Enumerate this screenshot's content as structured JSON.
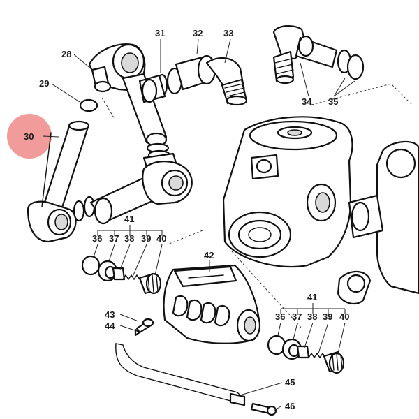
{
  "diagram": {
    "highlight_color": "#f08a8a",
    "highlighted_callout": "30",
    "callouts": {
      "c28": "28",
      "c29": "29",
      "c30": "30",
      "c31": "31",
      "c32": "32",
      "c33": "33",
      "c34": "34",
      "c35": "35",
      "c36a": "36",
      "c37a": "37",
      "c38a": "38",
      "c39a": "39",
      "c40a": "40",
      "c41a": "41",
      "c42": "42",
      "c43": "43",
      "c44": "44",
      "c36b": "36",
      "c37b": "37",
      "c38b": "38",
      "c39b": "39",
      "c40b": "40",
      "c41b": "41",
      "c45": "45",
      "c46": "46"
    }
  }
}
